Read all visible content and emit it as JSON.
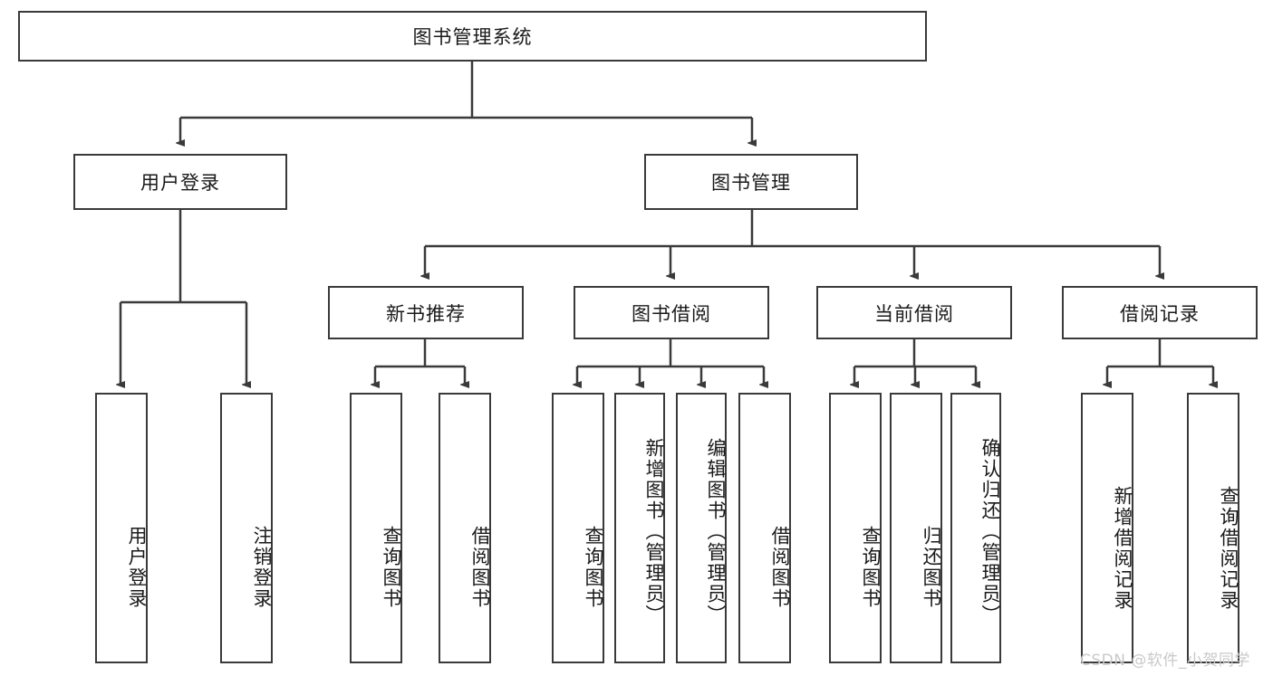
{
  "diagram": {
    "type": "hierarchy-tree",
    "title": "图书管理系统",
    "levels": 4,
    "root": {
      "id": "root",
      "label": "图书管理系统"
    },
    "level2": [
      {
        "id": "user-login",
        "label": "用户登录"
      },
      {
        "id": "book-manage",
        "label": "图书管理"
      }
    ],
    "level3": [
      {
        "id": "new-book-rec",
        "label": "新书推荐",
        "parent": "book-manage"
      },
      {
        "id": "book-borrow",
        "label": "图书借阅",
        "parent": "book-manage"
      },
      {
        "id": "current-borrow",
        "label": "当前借阅",
        "parent": "book-manage"
      },
      {
        "id": "borrow-record",
        "label": "借阅记录",
        "parent": "book-manage"
      }
    ],
    "leaves": {
      "user_login": [
        {
          "id": "leaf-user-login",
          "label": "用户登录"
        },
        {
          "id": "leaf-user-logout",
          "label": "注销登录"
        }
      ],
      "new_book_rec": [
        {
          "id": "leaf-query-book-1",
          "label": "查询图书"
        },
        {
          "id": "leaf-borrow-book-1",
          "label": "借阅图书"
        }
      ],
      "book_borrow": [
        {
          "id": "leaf-query-book-2",
          "label": "查询图书"
        },
        {
          "id": "leaf-add-book",
          "label": "新增图书（管理员）"
        },
        {
          "id": "leaf-edit-book",
          "label": "编辑图书（管理员）"
        },
        {
          "id": "leaf-borrow-book-2",
          "label": "借阅图书"
        }
      ],
      "current_borrow": [
        {
          "id": "leaf-query-book-3",
          "label": "查询图书"
        },
        {
          "id": "leaf-return-book",
          "label": "归还图书"
        },
        {
          "id": "leaf-confirm-return",
          "label": "确认归还（管理员）"
        }
      ],
      "borrow_record": [
        {
          "id": "leaf-add-record",
          "label": "新增借阅记录"
        },
        {
          "id": "leaf-query-record",
          "label": "查询借阅记录"
        }
      ]
    }
  },
  "watermark": {
    "text": "CSDN @软件_小贺同学"
  },
  "colors": {
    "border": "#3a3a3a",
    "background": "#ffffff",
    "text": "#1a1a1a",
    "watermark": "#c9c9c9"
  }
}
